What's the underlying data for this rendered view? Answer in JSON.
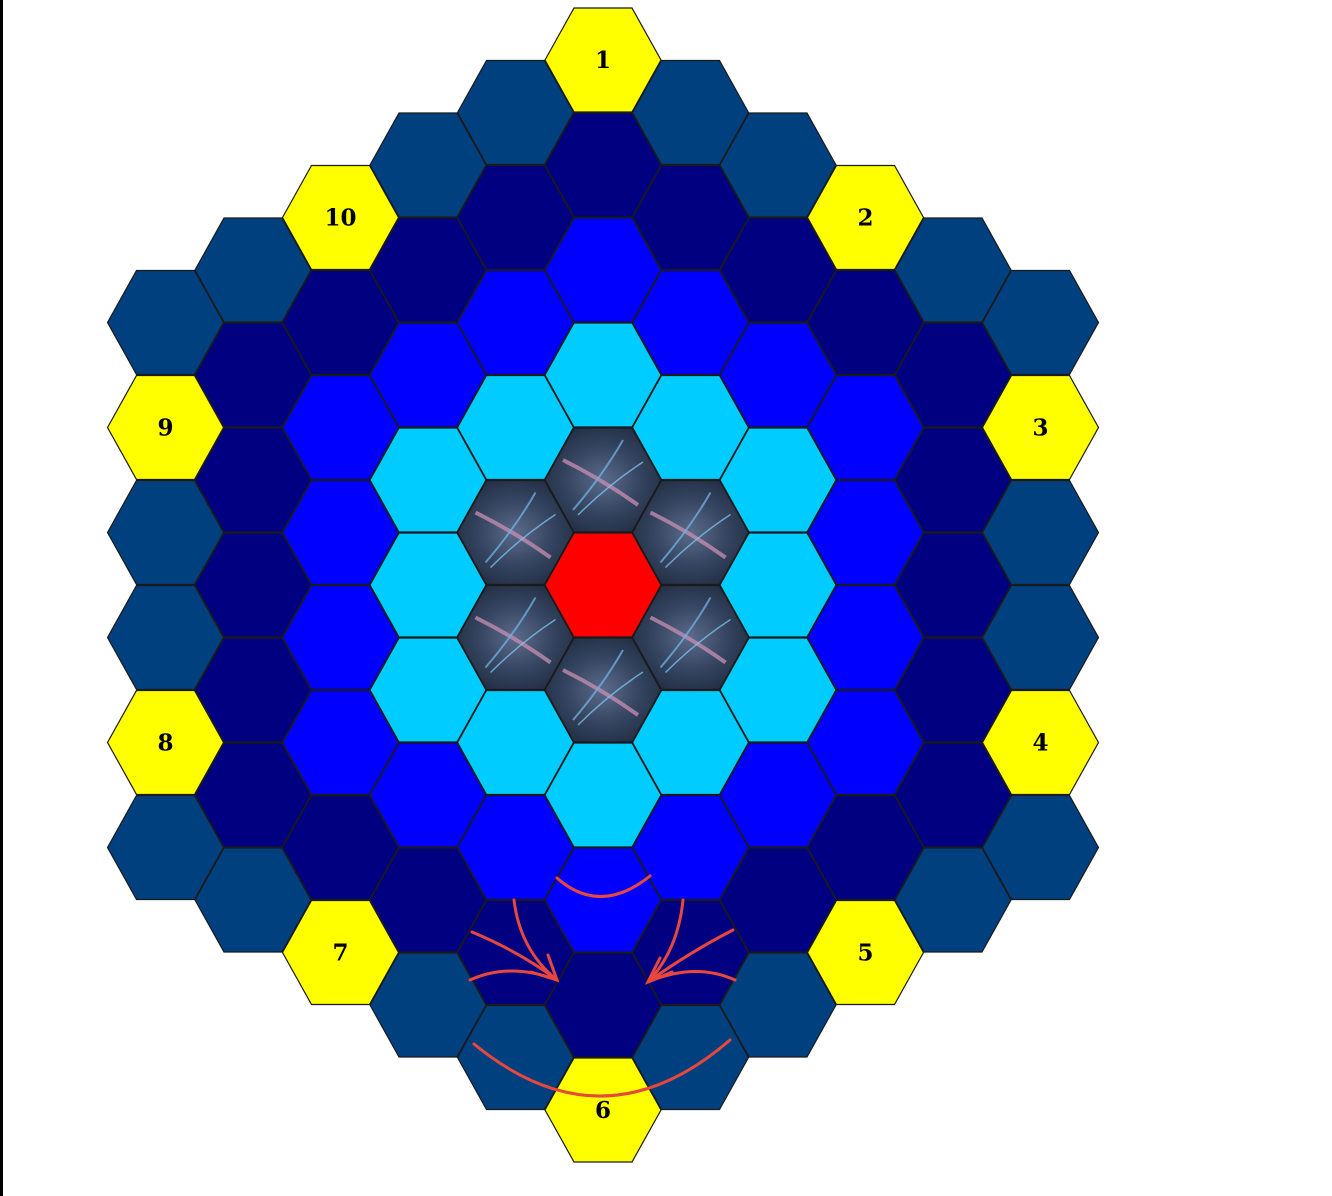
{
  "board": {
    "rings": [
      {
        "name": "center",
        "color": "#ff0000"
      },
      {
        "name": "nebula-ring",
        "color": "#3a4a66",
        "pattern": "nebula"
      },
      {
        "name": "ring-2",
        "color": "#00ccff"
      },
      {
        "name": "ring-3",
        "color": "#0000ff"
      },
      {
        "name": "ring-4",
        "color": "#000080"
      },
      {
        "name": "outer-ring",
        "color": "#00407f"
      }
    ],
    "start_color": "#ffff00",
    "start_labels": [
      "1",
      "2",
      "3",
      "4",
      "5",
      "6",
      "7",
      "8",
      "9",
      "10"
    ],
    "outline_color": "#1a1a1a"
  },
  "annotations": {
    "stroke_color": "#e8473d"
  }
}
